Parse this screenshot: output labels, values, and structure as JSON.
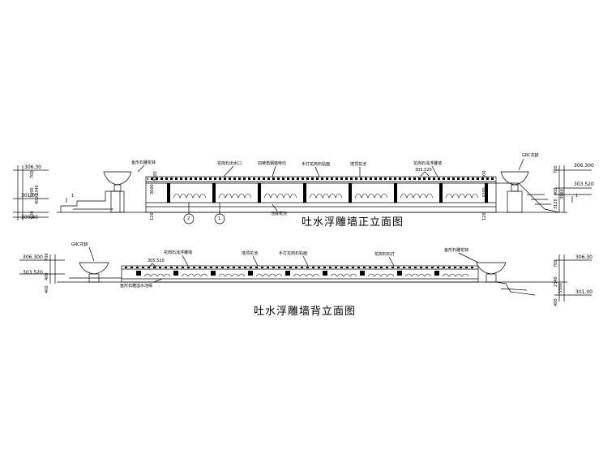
{
  "front": {
    "title": "吐水浮雕墙正立面图",
    "callouts": [
      "鱼形石雕花钵",
      "花岗石出水口",
      "四棱角钢锚电均",
      "手打花岗石贴面",
      "墙顶花池",
      "花岗石浅浮雕墙"
    ],
    "bottom_callout": "池底花池",
    "top_elev": "305.520",
    "grc_label": "GRC花缽",
    "left_elevs": [
      "306.30",
      "301.00",
      "300.40"
    ],
    "left_dims": [
      "700",
      "3900",
      "400",
      "2340",
      "600"
    ],
    "right_elevs": [
      "306.300",
      "303.520"
    ],
    "right_dims": [
      "700",
      "400",
      "3120",
      "3960"
    ],
    "inner_left_dims": [
      "3000",
      "3100",
      "120"
    ],
    "inner_right_dims": [
      "100",
      "3700",
      "120"
    ],
    "section_marks": [
      "2",
      "1"
    ],
    "cut_marks": [
      "1",
      "1"
    ]
  },
  "back": {
    "title": "吐水浮雕墙背立面图",
    "grc_label": "GRC花缽",
    "callouts": [
      "花岗石浅浮雕墙",
      "墙顶花池",
      "手打花岗石贴面",
      "花岗石石灯",
      "鱼形石雕花钵"
    ],
    "bottom_callout": "鱼形石雕溢水池缘",
    "top_elev": "305.520",
    "left_elevs": [
      "306.300",
      "303.520"
    ],
    "left_dims": [
      "700",
      "400",
      "400"
    ],
    "right_elevs": [
      "306.30",
      "301.00"
    ],
    "right_dims": [
      "700",
      "2340",
      "5300",
      "400"
    ]
  },
  "colors": {
    "line": "#000000",
    "background": "#ffffff"
  }
}
